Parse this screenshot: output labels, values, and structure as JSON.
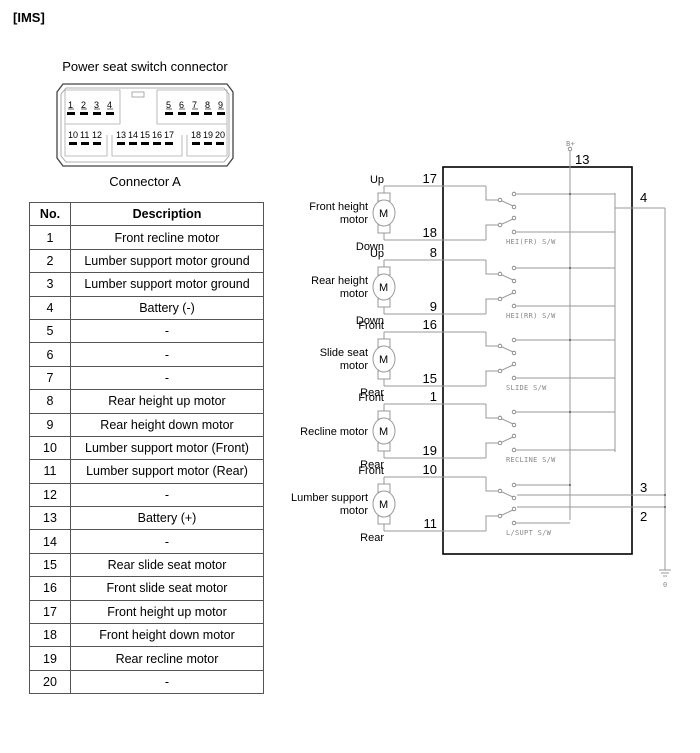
{
  "section_tag": "[IMS]",
  "connector": {
    "title": "Power seat switch connector",
    "caption": "Connector A",
    "top_pins": [
      "1",
      "2",
      "3",
      "4",
      "5",
      "6",
      "7",
      "8",
      "9"
    ],
    "bottom_pins": [
      "10",
      "11",
      "12",
      "13",
      "14",
      "15",
      "16",
      "17",
      "18",
      "19",
      "20"
    ]
  },
  "pin_table": {
    "headers": {
      "no": "No.",
      "description": "Description"
    },
    "rows": [
      {
        "no": "1",
        "description": "Front recline motor"
      },
      {
        "no": "2",
        "description": "Lumber support motor ground"
      },
      {
        "no": "3",
        "description": "Lumber support motor ground"
      },
      {
        "no": "4",
        "description": "Battery (-)"
      },
      {
        "no": "5",
        "description": "-"
      },
      {
        "no": "6",
        "description": "-"
      },
      {
        "no": "7",
        "description": "-"
      },
      {
        "no": "8",
        "description": "Rear height up motor"
      },
      {
        "no": "9",
        "description": "Rear height down motor"
      },
      {
        "no": "10",
        "description": "Lumber support motor (Front)"
      },
      {
        "no": "11",
        "description": "Lumber support motor (Rear)"
      },
      {
        "no": "12",
        "description": "-"
      },
      {
        "no": "13",
        "description": "Battery (+)"
      },
      {
        "no": "14",
        "description": "-"
      },
      {
        "no": "15",
        "description": "Rear slide seat motor"
      },
      {
        "no": "16",
        "description": "Front slide seat motor"
      },
      {
        "no": "17",
        "description": "Front height up motor"
      },
      {
        "no": "18",
        "description": "Front height down motor"
      },
      {
        "no": "19",
        "description": "Rear recline motor"
      },
      {
        "no": "20",
        "description": "-"
      }
    ]
  },
  "schematic": {
    "battery_label": "B+",
    "battery_pin": "13",
    "ground_pin": "4",
    "ground_symbol_label": "0",
    "lumber_ground_pins": [
      "3",
      "2"
    ],
    "motor_symbol": "M",
    "motors": [
      {
        "name_line1": "Front height",
        "name_line2": "motor",
        "top_label": "Up",
        "bottom_label": "Down",
        "top_pin": "17",
        "bottom_pin": "18",
        "switch": "HEI(FR) S/W"
      },
      {
        "name_line1": "Rear height",
        "name_line2": "motor",
        "top_label": "Up",
        "bottom_label": "Down",
        "top_pin": "8",
        "bottom_pin": "9",
        "switch": "HEI(RR) S/W"
      },
      {
        "name_line1": "Slide seat",
        "name_line2": "motor",
        "top_label": "Front",
        "bottom_label": "Rear",
        "top_pin": "16",
        "bottom_pin": "15",
        "switch": "SLIDE S/W"
      },
      {
        "name_line1": "Recline motor",
        "name_line2": "",
        "top_label": "Front",
        "bottom_label": "Rear",
        "top_pin": "1",
        "bottom_pin": "19",
        "switch": "RECLINE S/W"
      },
      {
        "name_line1": "Lumber support",
        "name_line2": "motor",
        "top_label": "Front",
        "bottom_label": "Rear",
        "top_pin": "10",
        "bottom_pin": "11",
        "switch": "L/SUPT S/W"
      }
    ]
  }
}
